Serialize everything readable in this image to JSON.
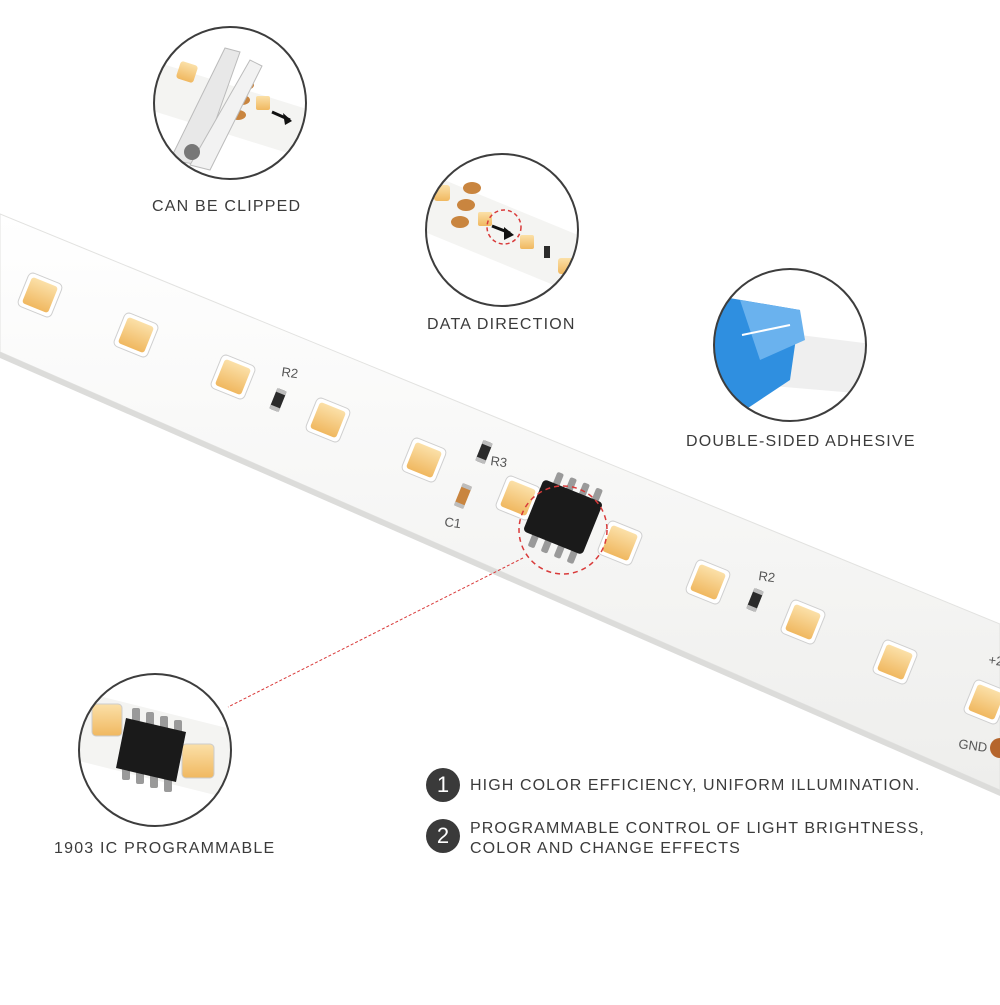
{
  "callouts": {
    "clipped": "CAN BE CLIPPED",
    "direction": "DATA DIRECTION",
    "adhesive": "DOUBLE-SIDED ADHESIVE",
    "ic": "1903 IC PROGRAMMABLE"
  },
  "features": [
    {
      "number": "1",
      "text": "HIGH COLOR EFFICIENCY, UNIFORM ILLUMINATION."
    },
    {
      "number": "2",
      "text": "PROGRAMMABLE CONTROL OF LIGHT BRIGHTNESS, COLOR AND CHANGE EFFECTS"
    }
  ],
  "pcb_labels": {
    "r2a": "R2",
    "r3": "R3",
    "c1": "C1",
    "r2b": "R2",
    "gnd": "GND",
    "plus": "+2"
  },
  "colors": {
    "strip": "#f7f7f5",
    "led": "#f6c97a",
    "chip": "#1a1a1a",
    "dash": "#d93a3a",
    "tape": "#2f8fe0"
  }
}
